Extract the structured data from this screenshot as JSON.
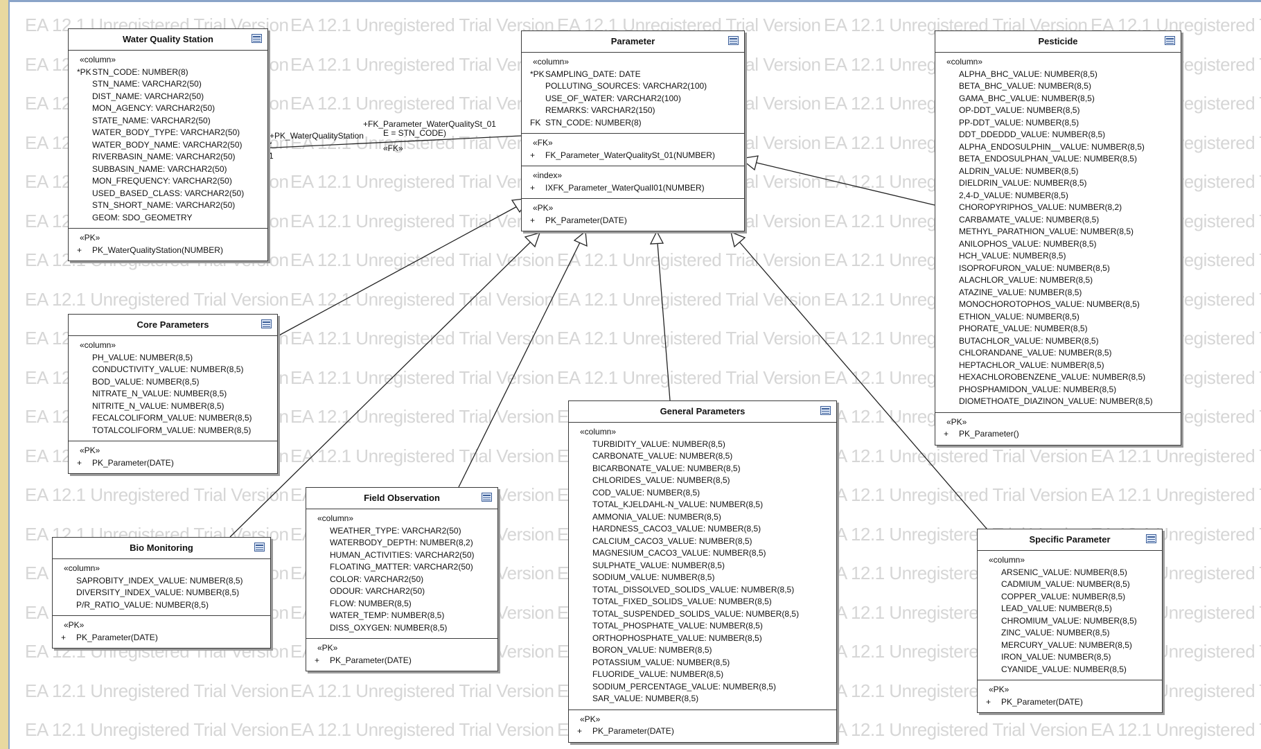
{
  "watermark_text": "EA 12.1 Unregistered Trial Version",
  "entities": {
    "water_quality_station": {
      "title": "Water Quality Station",
      "sections": [
        {
          "stereo": "«column»",
          "rows": [
            {
              "pre": "*PK",
              "text": "STN_CODE: NUMBER(8)"
            },
            {
              "pre": "",
              "text": "STN_NAME: VARCHAR2(50)"
            },
            {
              "pre": "",
              "text": "DIST_NAME: VARCHAR2(50)"
            },
            {
              "pre": "",
              "text": "MON_AGENCY: VARCHAR2(50)"
            },
            {
              "pre": "",
              "text": "STATE_NAME: VARCHAR2(50)"
            },
            {
              "pre": "",
              "text": "WATER_BODY_TYPE: VARCHAR2(50)"
            },
            {
              "pre": "",
              "text": "WATER_BODY_NAME: VARCHAR2(50)"
            },
            {
              "pre": "",
              "text": "RIVERBASIN_NAME: VARCHAR2(50)"
            },
            {
              "pre": "",
              "text": "SUBBASIN_NAME: VARCHAR2(50)"
            },
            {
              "pre": "",
              "text": "MON_FREQUENCY: VARCHAR2(50)"
            },
            {
              "pre": "",
              "text": "USED_BASED_CLASS: VARCHAR2(50)"
            },
            {
              "pre": "",
              "text": "STN_SHORT_NAME: VARCHAR2(50)"
            },
            {
              "pre": "",
              "text": "GEOM: SDO_GEOMETRY"
            }
          ]
        },
        {
          "stereo": "«PK»",
          "rows": [
            {
              "pre": "+",
              "text": "PK_WaterQualityStation(NUMBER)"
            }
          ]
        }
      ]
    },
    "parameter": {
      "title": "Parameter",
      "sections": [
        {
          "stereo": "«column»",
          "rows": [
            {
              "pre": "*PK",
              "text": "SAMPLING_DATE: DATE"
            },
            {
              "pre": "",
              "text": "POLLUTING_SOURCES: VARCHAR2(100)"
            },
            {
              "pre": "",
              "text": "USE_OF_WATER: VARCHAR2(100)"
            },
            {
              "pre": "",
              "text": "REMARKS: VARCHAR2(150)"
            },
            {
              "pre": "FK",
              "text": "STN_CODE: NUMBER(8)"
            }
          ]
        },
        {
          "stereo": "«FK»",
          "rows": [
            {
              "pre": "+",
              "text": "FK_Parameter_WaterQualitySt_01(NUMBER)"
            }
          ]
        },
        {
          "stereo": "«index»",
          "rows": [
            {
              "pre": "+",
              "text": "IXFK_Parameter_WaterQualI01(NUMBER)"
            }
          ]
        },
        {
          "stereo": "«PK»",
          "rows": [
            {
              "pre": "+",
              "text": "PK_Parameter(DATE)"
            }
          ]
        }
      ]
    },
    "pesticide": {
      "title": "Pesticide",
      "sections": [
        {
          "stereo": "«column»",
          "rows": [
            {
              "pre": "",
              "text": "ALPHA_BHC_VALUE: NUMBER(8,5)"
            },
            {
              "pre": "",
              "text": "BETA_BHC_VALUE: NUMBER(8,5)"
            },
            {
              "pre": "",
              "text": "GAMA_BHC_VALUE: NUMBER(8,5)"
            },
            {
              "pre": "",
              "text": "OP-DDT_VALUE: NUMBER(8,5)"
            },
            {
              "pre": "",
              "text": "PP-DDT_VALUE: NUMBER(8,5)"
            },
            {
              "pre": "",
              "text": "DDT_DDEDDD_VALUE: NUMBER(8,5)"
            },
            {
              "pre": "",
              "text": "ALPHA_ENDOSULPHIN__VALUE: NUMBER(8,5)"
            },
            {
              "pre": "",
              "text": "BETA_ENDOSULPHAN_VALUE: NUMBER(8,5)"
            },
            {
              "pre": "",
              "text": "ALDRIN_VALUE: NUMBER(8,5)"
            },
            {
              "pre": "",
              "text": "DIELDRIN_VALUE: NUMBER(8,5)"
            },
            {
              "pre": "",
              "text": "2,4-D_VALUE: NUMBER(8,5)"
            },
            {
              "pre": "",
              "text": "CHOROPYRIPHOS_VALUE: NUMBER(8,2)"
            },
            {
              "pre": "",
              "text": "CARBAMATE_VALUE: NUMBER(8,5)"
            },
            {
              "pre": "",
              "text": "METHYL_PARATHION_VALUE: NUMBER(8,5)"
            },
            {
              "pre": "",
              "text": "ANILOPHOS_VALUE: NUMBER(8,5)"
            },
            {
              "pre": "",
              "text": "HCH_VALUE: NUMBER(8,5)"
            },
            {
              "pre": "",
              "text": "ISOPROFURON_VALUE: NUMBER(8,5)"
            },
            {
              "pre": "",
              "text": "ALACHLOR_VALUE: NUMBER(8,5)"
            },
            {
              "pre": "",
              "text": "ATAZINE_VALUE: NUMBER(8,5)"
            },
            {
              "pre": "",
              "text": "MONOCHOROTOPHOS_VALUE: NUMBER(8,5)"
            },
            {
              "pre": "",
              "text": "ETHION_VALUE: NUMBER(8,5)"
            },
            {
              "pre": "",
              "text": "PHORATE_VALUE: NUMBER(8,5)"
            },
            {
              "pre": "",
              "text": "BUTACHLOR_VALUE: NUMBER(8,5)"
            },
            {
              "pre": "",
              "text": "CHLORANDANE_VALUE: NUMBER(8,5)"
            },
            {
              "pre": "",
              "text": "HEPTACHLOR_VALUE: NUMBER(8,5)"
            },
            {
              "pre": "",
              "text": "HEXACHLOROBENZENE_VALUE: NUMBER(8,5)"
            },
            {
              "pre": "",
              "text": "PHOSPHAMIDON_VALUE: NUMBER(8,5)"
            },
            {
              "pre": "",
              "text": "DIOMETHOATE_DIAZINON_VALUE: NUMBER(8,5)"
            }
          ]
        },
        {
          "stereo": "«PK»",
          "rows": [
            {
              "pre": "+",
              "text": "PK_Parameter()"
            }
          ]
        }
      ]
    },
    "core_parameters": {
      "title": "Core Parameters",
      "sections": [
        {
          "stereo": "«column»",
          "rows": [
            {
              "pre": "",
              "text": "PH_VALUE: NUMBER(8,5)"
            },
            {
              "pre": "",
              "text": "CONDUCTIVITY_VALUE: NUMBER(8,5)"
            },
            {
              "pre": "",
              "text": "BOD_VALUE: NUMBER(8,5)"
            },
            {
              "pre": "",
              "text": "NITRATE_N_VALUE: NUMBER(8,5)"
            },
            {
              "pre": "",
              "text": "NITRITE_N_VALUE: NUMBER(8,5)"
            },
            {
              "pre": "",
              "text": "FECALCOLIFORM_VALUE: NUMBER(8,5)"
            },
            {
              "pre": "",
              "text": "TOTALCOLIFORM_VALUE: NUMBER(8,5)"
            }
          ]
        },
        {
          "stereo": "«PK»",
          "rows": [
            {
              "pre": "+",
              "text": "PK_Parameter(DATE)"
            }
          ]
        }
      ]
    },
    "field_observation": {
      "title": "Field Observation",
      "sections": [
        {
          "stereo": "«column»",
          "rows": [
            {
              "pre": "",
              "text": "WEATHER_TYPE: VARCHAR2(50)"
            },
            {
              "pre": "",
              "text": "WATERBODY_DEPTH: NUMBER(8,2)"
            },
            {
              "pre": "",
              "text": "HUMAN_ACTIVITIES: VARCHAR2(50)"
            },
            {
              "pre": "",
              "text": "FLOATING_MATTER: VARCHAR2(50)"
            },
            {
              "pre": "",
              "text": "COLOR: VARCHAR2(50)"
            },
            {
              "pre": "",
              "text": "ODOUR: VARCHAR2(50)"
            },
            {
              "pre": "",
              "text": "FLOW: NUMBER(8,5)"
            },
            {
              "pre": "",
              "text": "WATER_TEMP: NUMBER(8,5)"
            },
            {
              "pre": "",
              "text": "DISS_OXYGEN: NUMBER(8,5)"
            }
          ]
        },
        {
          "stereo": "«PK»",
          "rows": [
            {
              "pre": "+",
              "text": "PK_Parameter(DATE)"
            }
          ]
        }
      ]
    },
    "bio_monitoring": {
      "title": "Bio Monitoring",
      "sections": [
        {
          "stereo": "«column»",
          "rows": [
            {
              "pre": "",
              "text": "SAPROBITY_INDEX_VALUE: NUMBER(8,5)"
            },
            {
              "pre": "",
              "text": "DIVERSITY_INDEX_VALUE: NUMBER(8,5)"
            },
            {
              "pre": "",
              "text": "P/R_RATIO_VALUE: NUMBER(8,5)"
            }
          ]
        },
        {
          "stereo": "«PK»",
          "rows": [
            {
              "pre": "+",
              "text": "PK_Parameter(DATE)"
            }
          ]
        }
      ]
    },
    "general_parameters": {
      "title": "General Parameters",
      "sections": [
        {
          "stereo": "«column»",
          "rows": [
            {
              "pre": "",
              "text": "TURBIDITY_VALUE: NUMBER(8,5)"
            },
            {
              "pre": "",
              "text": "CARBONATE_VALUE: NUMBER(8,5)"
            },
            {
              "pre": "",
              "text": "BICARBONATE_VALUE: NUMBER(8,5)"
            },
            {
              "pre": "",
              "text": "CHLORIDES_VALUE: NUMBER(8,5)"
            },
            {
              "pre": "",
              "text": "COD_VALUE: NUMBER(8,5)"
            },
            {
              "pre": "",
              "text": "TOTAL_KJELDAHL-N_VALUE: NUMBER(8,5)"
            },
            {
              "pre": "",
              "text": "AMMONIA_VALUE: NUMBER(8,5)"
            },
            {
              "pre": "",
              "text": "HARDNESS_CACO3_VALUE: NUMBER(8,5)"
            },
            {
              "pre": "",
              "text": "CALCIUM_CACO3_VALUE: NUMBER(8,5)"
            },
            {
              "pre": "",
              "text": "MAGNESIUM_CACO3_VALUE: NUMBER(8,5)"
            },
            {
              "pre": "",
              "text": "SULPHATE_VALUE: NUMBER(8,5)"
            },
            {
              "pre": "",
              "text": "SODIUM_VALUE: NUMBER(8,5)"
            },
            {
              "pre": "",
              "text": "TOTAL_DISSOLVED_SOLIDS_VALUE: NUMBER(8,5)"
            },
            {
              "pre": "",
              "text": "TOTAL_FIXED_SOLIDS_VALUE: NUMBER(8,5)"
            },
            {
              "pre": "",
              "text": "TOTAL_SUSPENDED_SOLIDS_VALUE: NUMBER(8,5)"
            },
            {
              "pre": "",
              "text": "TOTAL_PHOSPHATE_VALUE: NUMBER(8,5)"
            },
            {
              "pre": "",
              "text": "ORTHOPHOSPHATE_VALUE: NUMBER(8,5)"
            },
            {
              "pre": "",
              "text": "BORON_VALUE: NUMBER(8,5)"
            },
            {
              "pre": "",
              "text": "POTASSIUM_VALUE: NUMBER(8,5)"
            },
            {
              "pre": "",
              "text": "FLUORIDE_VALUE: NUMBER(8,5)"
            },
            {
              "pre": "",
              "text": "SODIUM_PERCENTAGE_VALUE: NUMBER(8,5)"
            },
            {
              "pre": "",
              "text": "SAR_VALUE: NUMBER(8,5)"
            }
          ]
        },
        {
          "stereo": "«PK»",
          "rows": [
            {
              "pre": "+",
              "text": "PK_Parameter(DATE)"
            }
          ]
        }
      ]
    },
    "specific_parameter": {
      "title": "Specific Parameter",
      "sections": [
        {
          "stereo": "«column»",
          "rows": [
            {
              "pre": "",
              "text": "ARSENIC_VALUE: NUMBER(8,5)"
            },
            {
              "pre": "",
              "text": "CADMIUM_VALUE: NUMBER(8,5)"
            },
            {
              "pre": "",
              "text": "COPPER_VALUE: NUMBER(8,5)"
            },
            {
              "pre": "",
              "text": "LEAD_VALUE: NUMBER(8,5)"
            },
            {
              "pre": "",
              "text": "CHROMIUM_VALUE: NUMBER(8,5)"
            },
            {
              "pre": "",
              "text": "ZINC_VALUE: NUMBER(8,5)"
            },
            {
              "pre": "",
              "text": "MERCURY_VALUE: NUMBER(8,5)"
            },
            {
              "pre": "",
              "text": "IRON_VALUE: NUMBER(8,5)"
            },
            {
              "pre": "",
              "text": "CYANIDE_VALUE: NUMBER(8,5)"
            }
          ]
        },
        {
          "stereo": "«PK»",
          "rows": [
            {
              "pre": "+",
              "text": "PK_Parameter(DATE)"
            }
          ]
        }
      ]
    }
  },
  "fk_connector": {
    "source_role": "+FK_Parameter_WaterQualitySt_01",
    "join_condition": "E = STN_CODE)",
    "target_role": "+PK_WaterQualityStation",
    "stereotype": "«FK»",
    "multiplicity": "1"
  }
}
